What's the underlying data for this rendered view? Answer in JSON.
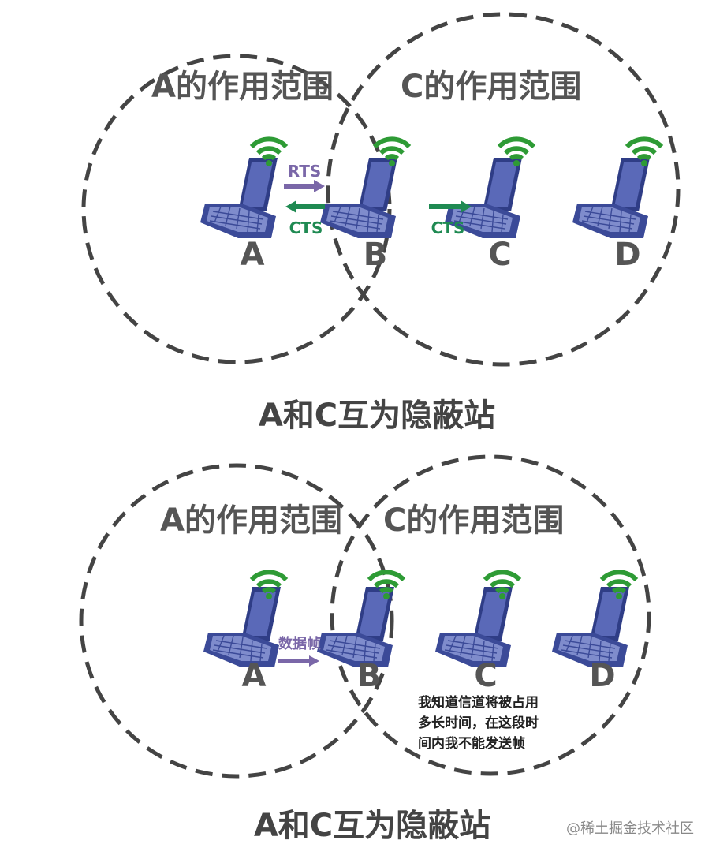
{
  "top_panel": {
    "range_a_label": "A的作用范围",
    "range_c_label": "C的作用范围",
    "rts_label": "RTS",
    "cts_label_1": "CTS",
    "cts_label_2": "CTS",
    "node_labels": [
      "A",
      "B",
      "C",
      "D"
    ],
    "caption": "A和C互为隐蔽站"
  },
  "bottom_panel": {
    "range_a_label": "A的作用范围",
    "range_c_label": "C的作用范围",
    "frame_label": "数据帧",
    "node_labels": [
      "A",
      "B",
      "C",
      "D"
    ],
    "note_lines": [
      "我知道信道将被占用",
      "多长时间，在这段时",
      "间内我不能发送帧"
    ],
    "caption": "A和C互为隐蔽站"
  },
  "watermark": "@稀土掘金技术社区",
  "colors": {
    "rts_arrow": "#7a67a8",
    "cts_arrow": "#1f8a52",
    "wifi": "#2e9b35",
    "laptop": "#3f4f9c"
  },
  "icons": [
    "laptop-icon",
    "wifi-icon",
    "arrow-right-icon",
    "arrow-left-icon"
  ]
}
